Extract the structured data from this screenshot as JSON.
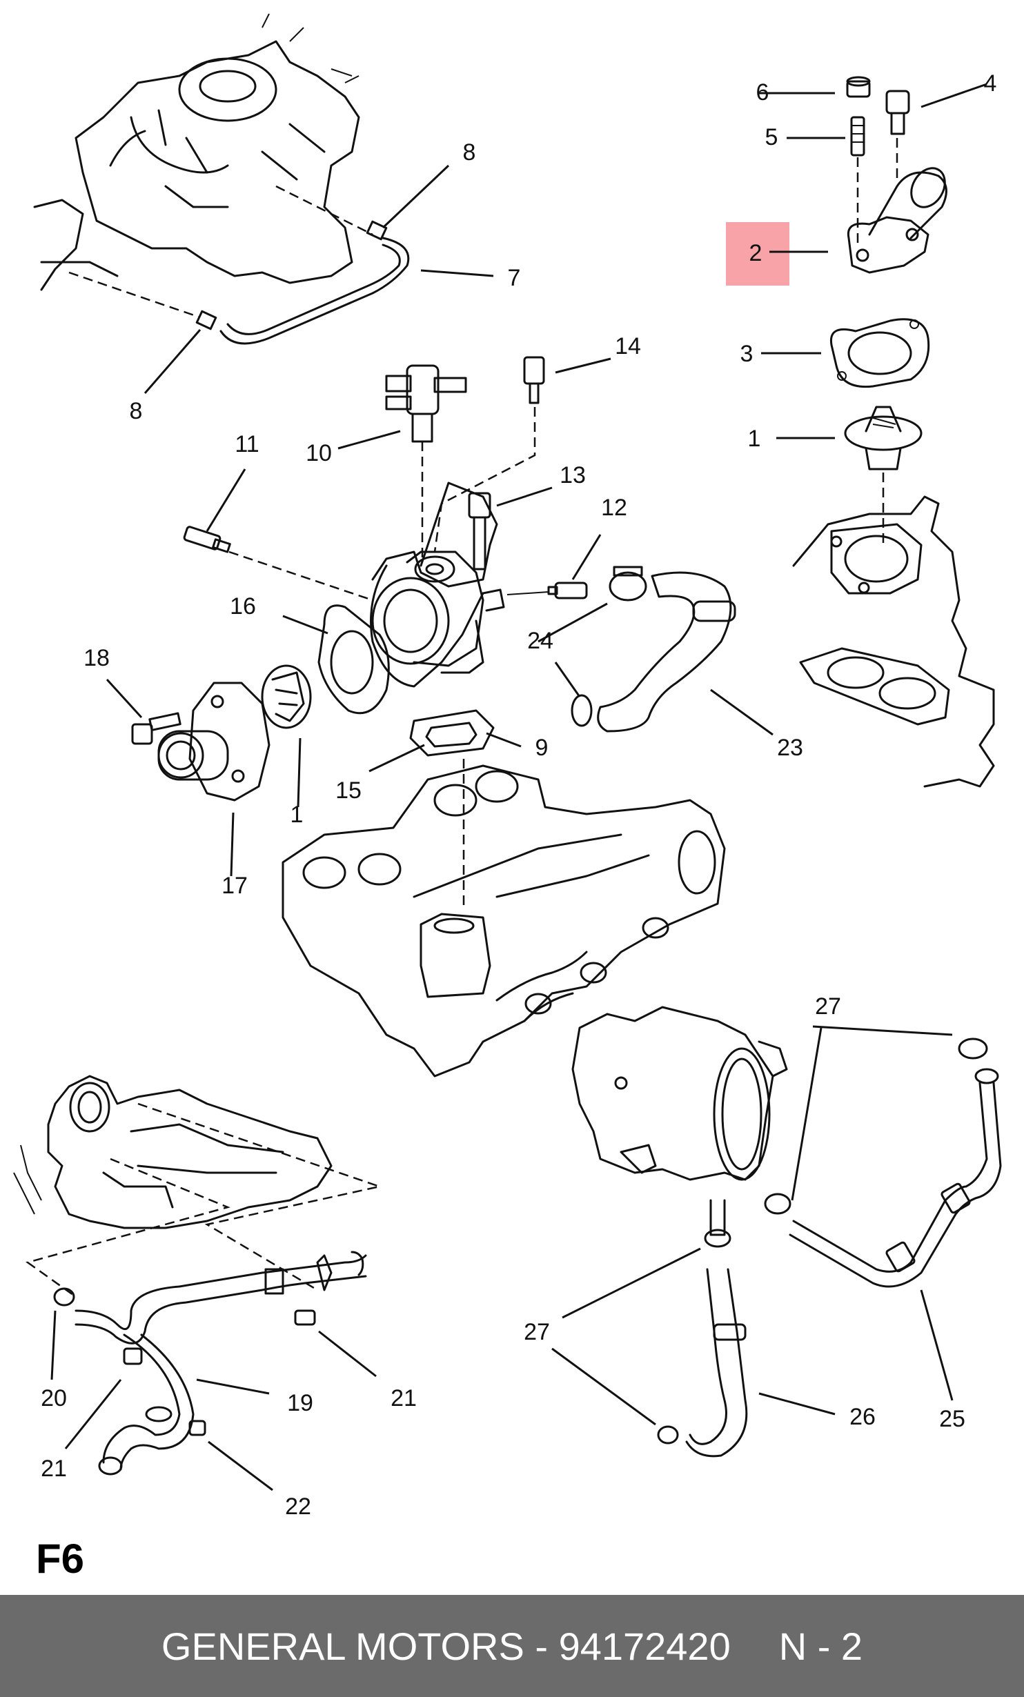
{
  "page_label": "F6",
  "footer": {
    "brand": "GENERAL MOTORS",
    "separator": " - ",
    "part_number": "94172420",
    "page_ref": "N - 2"
  },
  "highlight_color": "#f7a3a8",
  "callouts": {
    "c1a": "1",
    "c1b": "1",
    "c2": "2",
    "c3": "3",
    "c4": "4",
    "c5": "5",
    "c6": "6",
    "c7": "7",
    "c8a": "8",
    "c8b": "8",
    "c9": "9",
    "c10": "10",
    "c11": "11",
    "c12": "12",
    "c13": "13",
    "c14": "14",
    "c15": "15",
    "c16": "16",
    "c17": "17",
    "c18": "18",
    "c19": "19",
    "c20": "20",
    "c21a": "21",
    "c21b": "21",
    "c22": "22",
    "c23": "23",
    "c24": "24",
    "c25": "25",
    "c26": "26",
    "c27a": "27",
    "c27b": "27"
  }
}
